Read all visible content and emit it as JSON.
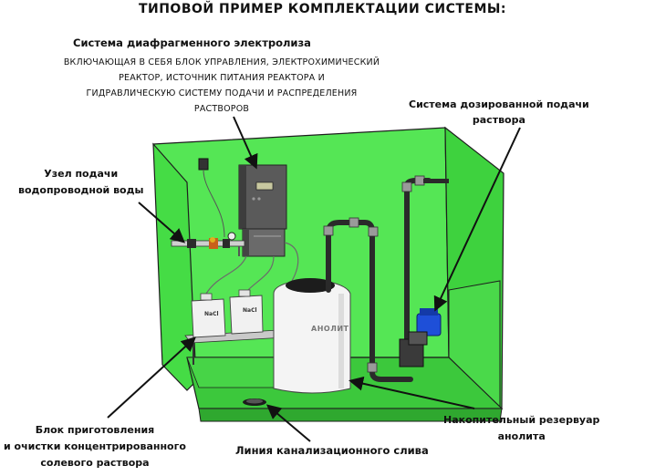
{
  "title": "ТИПОВОЙ ПРИМЕР КОМПЛЕКТАЦИИ СИСТЕМЫ:",
  "callouts": {
    "electrolysis": {
      "title": "Система диафрагменного электролиза",
      "lines": [
        "ВКЛЮЧАЮЩАЯ В СЕБЯ БЛОК УПРАВЛЕНИЯ, ЭЛЕКТРОХИМИЧЕСКИЙ",
        "РЕАКТОР, ИСТОЧНИК ПИТАНИЯ РЕАКТОРА И",
        "ГИДРАВЛИЧЕСКУЮ СИСТЕМУ ПОДАЧИ И РАСПРЕДЕЛЕНИЯ",
        "РАСТВОРОВ"
      ]
    },
    "dosing": {
      "line1": "Система дозированной подачи",
      "line2": "раствора"
    },
    "water_inlet": {
      "line1": "Узел подачи",
      "line2": "водопроводной воды"
    },
    "brine": {
      "line1": "Блок приготовления",
      "line2": "и очистки концентрированного",
      "line3": "солевого раствора"
    },
    "drain": {
      "line1": "Линия канализационного слива"
    },
    "reservoir": {
      "line1": "Накопительный резервуар",
      "line2": "анолита"
    }
  },
  "equipment_labels": {
    "anolyte_tank": "АНОЛИТ",
    "salt_canister_1": "NaCl",
    "salt_canister_2": "NaCl"
  },
  "colors": {
    "enclosure_green": "#4be04b",
    "enclosure_dark": "#2fa82f",
    "pump_blue": "#1e4fd8",
    "pipe_dark": "#2a2a2a"
  }
}
